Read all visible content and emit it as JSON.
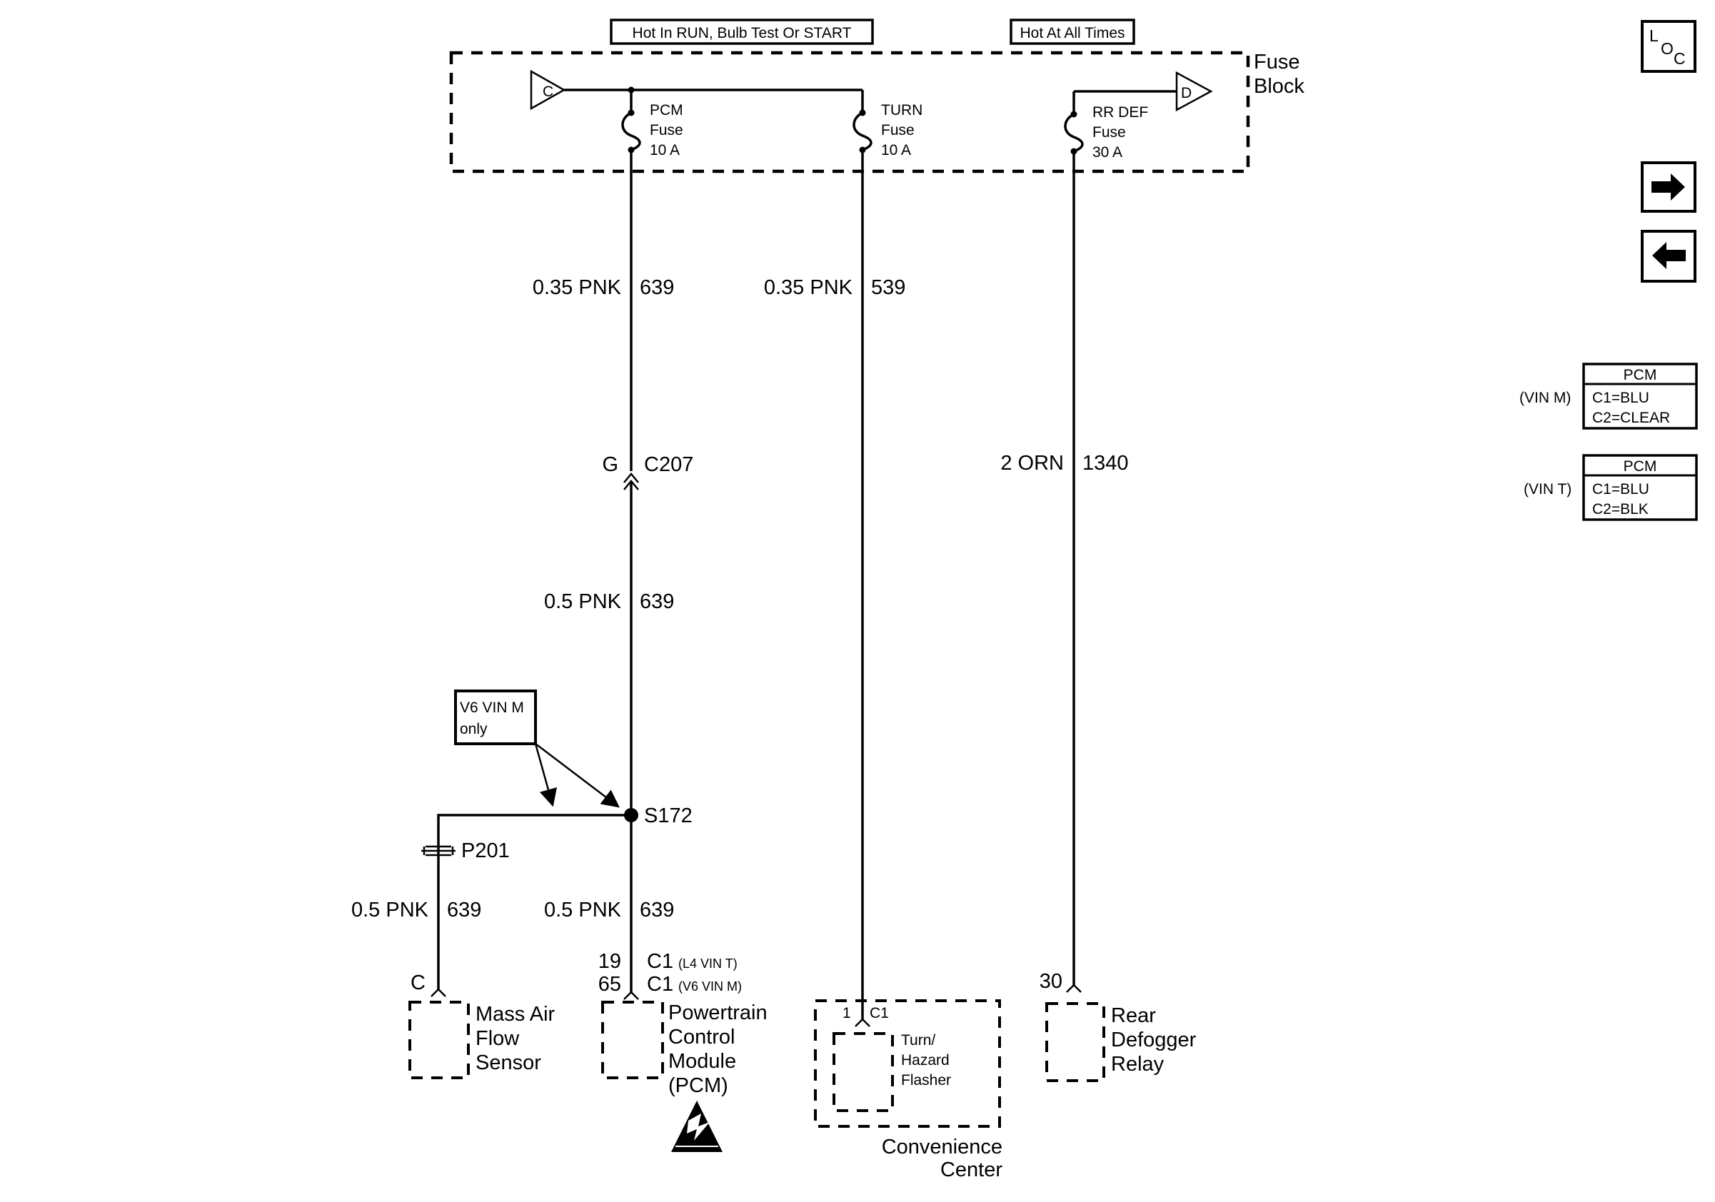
{
  "header": {
    "hot_in_run": "Hot In RUN, Bulb Test Or START",
    "hot_at_all_times": "Hot At All Times"
  },
  "fuse_block": {
    "label_line1": "Fuse",
    "label_line2": "Block",
    "connector_c": "C",
    "connector_d": "D",
    "fuses": [
      {
        "name": "PCM",
        "word": "Fuse",
        "rating": "10 A"
      },
      {
        "name": "TURN",
        "word": "Fuse",
        "rating": "10 A"
      },
      {
        "name": "RR DEF",
        "word": "Fuse",
        "rating": "30 A"
      }
    ]
  },
  "wires": {
    "pcm_upper": {
      "gauge_color": "0.35 PNK",
      "circuit": "639"
    },
    "turn": {
      "gauge_color": "0.35 PNK",
      "circuit": "539"
    },
    "rrdef": {
      "gauge_color": "2 ORN",
      "circuit": "1340"
    },
    "pcm_mid": {
      "gauge_color": "0.5 PNK",
      "circuit": "639"
    },
    "maf": {
      "gauge_color": "0.5 PNK",
      "circuit": "639"
    },
    "pcm_lower": {
      "gauge_color": "0.5 PNK",
      "circuit": "639"
    }
  },
  "connectors": {
    "c207_pin": "G",
    "c207": "C207",
    "splice": "S172",
    "p201": "P201",
    "v6_note_line1": "V6 VIN M",
    "v6_note_line2": "only"
  },
  "components": {
    "maf": {
      "pin": "C",
      "line1": "Mass Air",
      "line2": "Flow",
      "line3": "Sensor"
    },
    "pcm": {
      "pin_l4": "19",
      "conn_l4": "C1",
      "note_l4": "(L4 VIN T)",
      "pin_v6": "65",
      "conn_v6": "C1",
      "note_v6": "(V6 VIN M)",
      "line1": "Powertrain",
      "line2": "Control",
      "line3": "Module",
      "line4": "(PCM)"
    },
    "flasher": {
      "pin": "1",
      "conn": "C1",
      "line1": "Turn/",
      "line2": "Hazard",
      "line3": "Flasher",
      "center_line1": "Convenience",
      "center_line2": "Center"
    },
    "relay": {
      "pin": "30",
      "line1": "Rear",
      "line2": "Defogger",
      "line3": "Relay"
    }
  },
  "sidebar": {
    "loc_l": "L",
    "loc_o": "O",
    "loc_c": "C",
    "vin_m_label": "(VIN M)",
    "vin_m_table": {
      "title": "PCM",
      "row1": "C1=BLU",
      "row2": "C2=CLEAR"
    },
    "vin_t_label": "(VIN T)",
    "vin_t_table": {
      "title": "PCM",
      "row1": "C1=BLU",
      "row2": "C2=BLK"
    }
  }
}
